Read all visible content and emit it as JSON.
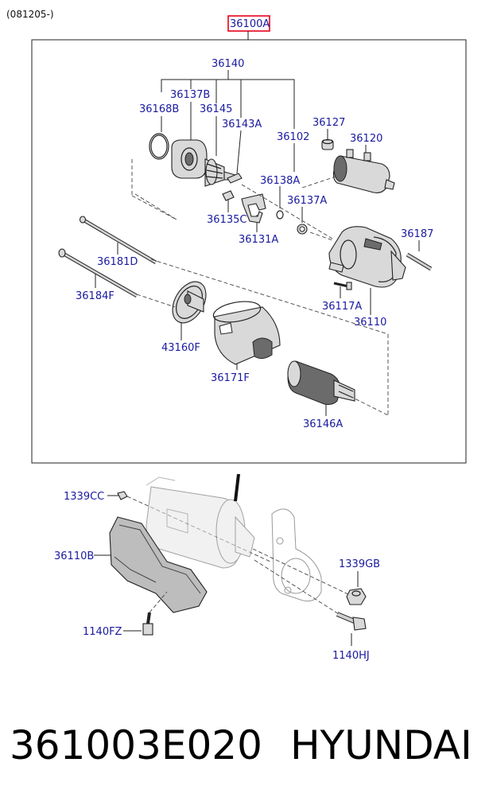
{
  "header": {
    "date_code": "(081205-)"
  },
  "assembly": {
    "main_part": "36100A",
    "highlight_color": "#e8001c"
  },
  "labels": {
    "p36140": "36140",
    "p36137B": "36137B",
    "p36168B": "36168B",
    "p36145": "36145",
    "p36143A": "36143A",
    "p36127": "36127",
    "p36102": "36102",
    "p36120": "36120",
    "p36138A": "36138A",
    "p36137A": "36137A",
    "p36135C": "36135C",
    "p36131A": "36131A",
    "p36187": "36187",
    "p36181D": "36181D",
    "p36184F": "36184F",
    "p36117A": "36117A",
    "p36110": "36110",
    "p43160F": "43160F",
    "p36171F": "36171F",
    "p36146A": "36146A",
    "p1339CC": "1339CC",
    "p36110B": "36110B",
    "p1339GB": "1339GB",
    "p1140FZ": "1140FZ",
    "p1140HJ": "1140HJ"
  },
  "footer": {
    "part_number": "361003E020",
    "brand": "HYUNDAI"
  },
  "colors": {
    "label": "#1a1aa0",
    "line": "#222222"
  }
}
